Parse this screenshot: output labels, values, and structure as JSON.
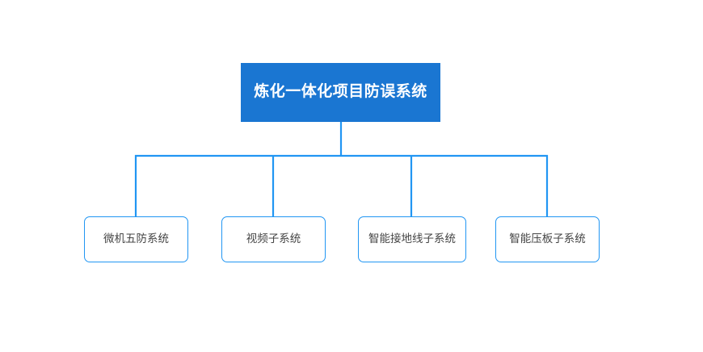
{
  "diagram": {
    "type": "org-chart",
    "title_node": {
      "label": "炼化一体化项目防误系统",
      "fill_color": "#1a76d2",
      "text_color": "#ffffff"
    },
    "children": [
      {
        "label": "微机五防系统"
      },
      {
        "label": "视频子系统"
      },
      {
        "label": "智能接地线子系统"
      },
      {
        "label": "智能压板子系统"
      }
    ],
    "connector_color": "#2196f3",
    "child_border_color": "#2196f3",
    "child_text_color": "#444444",
    "background_color": "#ffffff"
  }
}
